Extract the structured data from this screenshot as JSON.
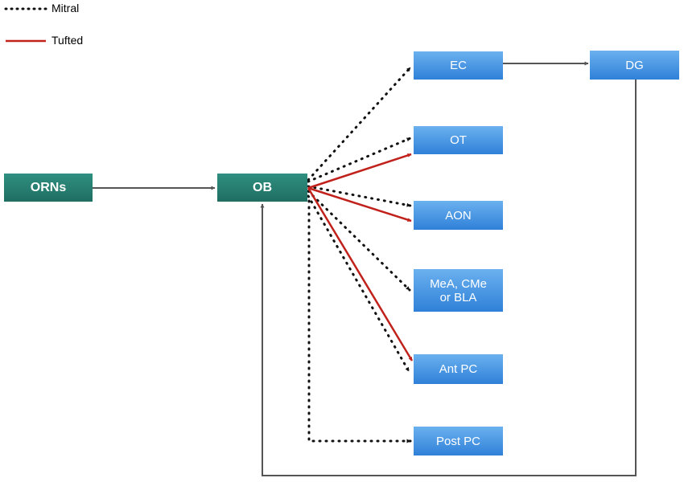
{
  "legend": {
    "mitral_label": "Mitral",
    "tufted_label": "Tufted"
  },
  "nodes": {
    "orns": "ORNs",
    "ob": "OB",
    "ec": "EC",
    "dg": "DG",
    "ot": "OT",
    "aon": "AON",
    "mea_line1": "MeA, CMe",
    "mea_line2": "or BLA",
    "ant_pc": "Ant PC",
    "post_pc": "Post PC"
  },
  "colors": {
    "mitral": "#111111",
    "tufted": "#c0211b",
    "gray_arrow": "#555555",
    "teal_node": "#2a8676",
    "blue_node": "#4a98e6"
  }
}
